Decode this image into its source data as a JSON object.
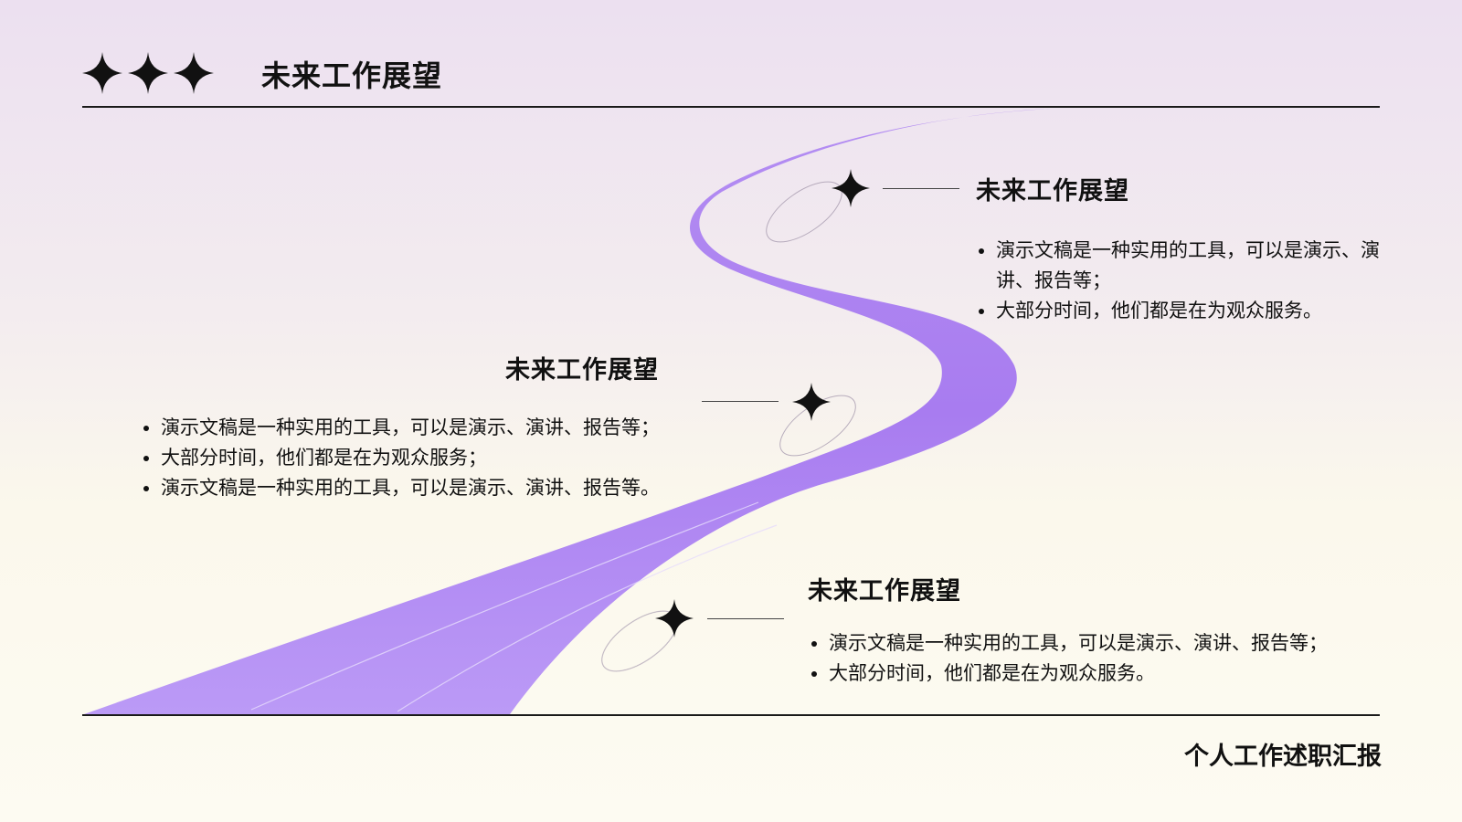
{
  "header": {
    "title": "未来工作展望",
    "icon": "three-sparkle-stars"
  },
  "colors": {
    "road": "#b894f5",
    "road_dark": "#a67ef0",
    "accent": "#111111",
    "background_top": "#ece0f0",
    "background_bottom": "#fdfbf2"
  },
  "sections": [
    {
      "title": "未来工作展望",
      "bullets": [
        "演示文稿是一种实用的工具，可以是演示、演讲、报告等；",
        "大部分时间，他们都是在为观众服务。"
      ]
    },
    {
      "title": "未来工作展望",
      "bullets": [
        "演示文稿是一种实用的工具，可以是演示、演讲、报告等；",
        "大部分时间，他们都是在为观众服务；",
        "演示文稿是一种实用的工具，可以是演示、演讲、报告等。"
      ]
    },
    {
      "title": "未来工作展望",
      "bullets": [
        "演示文稿是一种实用的工具，可以是演示、演讲、报告等；",
        "大部分时间，他们都是在为观众服务。"
      ]
    }
  ],
  "footer": {
    "text": "个人工作述职汇报"
  }
}
